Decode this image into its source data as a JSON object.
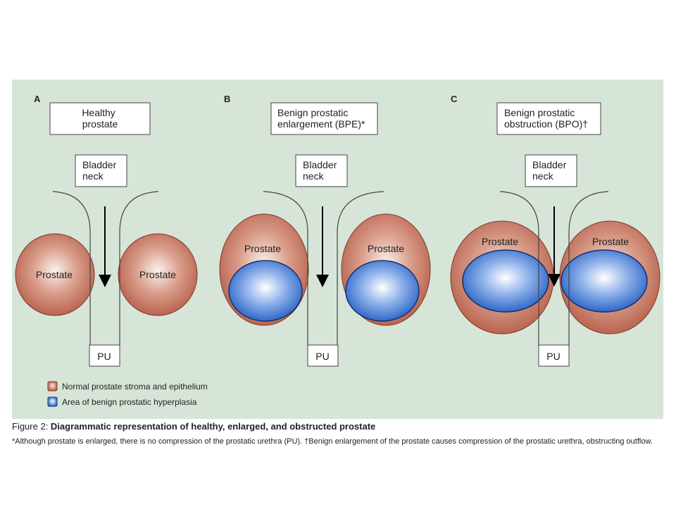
{
  "figure": {
    "panels": [
      {
        "letter": "A",
        "title": [
          "Healthy",
          "prostate"
        ],
        "bladder_neck": [
          "Bladder",
          "neck"
        ],
        "left_lobe_label": "Prostate",
        "right_lobe_label": "Prostate",
        "urethra_label": "PU"
      },
      {
        "letter": "B",
        "title": [
          "Benign prostatic",
          "enlargement (BPE)*"
        ],
        "bladder_neck": [
          "Bladder",
          "neck"
        ],
        "left_lobe_label": "Prostate",
        "right_lobe_label": "Prostate",
        "urethra_label": "PU"
      },
      {
        "letter": "C",
        "title": [
          "Benign prostatic",
          "obstruction (BPO)†"
        ],
        "bladder_neck": [
          "Bladder",
          "neck"
        ],
        "left_lobe_label": "Prostate",
        "right_lobe_label": "Prostate",
        "urethra_label": "PU"
      }
    ],
    "legend": [
      {
        "label": "Normal prostate stroma and epithelium",
        "color": "#b9644e"
      },
      {
        "label": "Area of benign prostatic hyperplasia",
        "color": "#2f6fd0"
      }
    ],
    "colors": {
      "background": "#d7e5d8",
      "prostate": "#b9644e",
      "hyperplasia": "#2f6fd0"
    }
  },
  "caption": {
    "prefix": "Figure 2: ",
    "title": "Diagrammatic representation of healthy, enlarged, and obstructed prostate",
    "notes": "*Although prostate is enlarged, there is no compression of the prostatic urethra (PU). †Benign enlargement of the prostate causes compression of the prostatic urethra, obstructing outflow."
  }
}
